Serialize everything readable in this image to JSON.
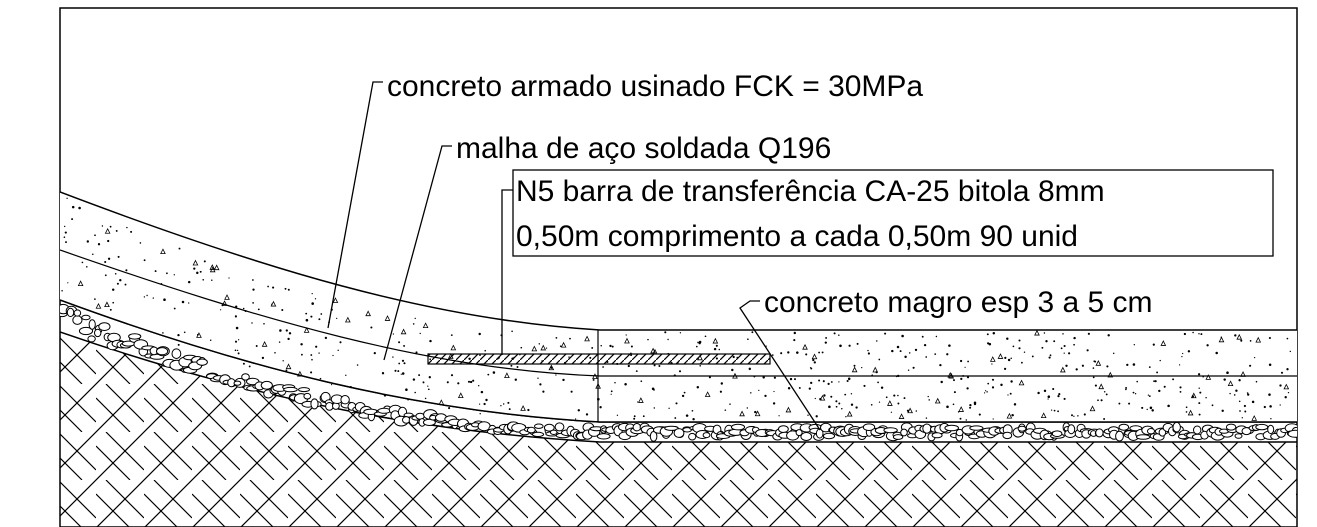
{
  "labels": {
    "reinforced_concrete": "concreto armado usinado FCK = 30MPa",
    "steel_mesh": "malha de aço soldada Q196",
    "dowel_line1": "N5 barra de transferência CA-25 bitola 8mm",
    "dowel_line2": "0,50m comprimento a cada 0,50m 90 unid",
    "lean_concrete": "concreto magro esp 3 a 5 cm"
  },
  "colors": {
    "ink": "#000000",
    "paper": "#ffffff"
  }
}
